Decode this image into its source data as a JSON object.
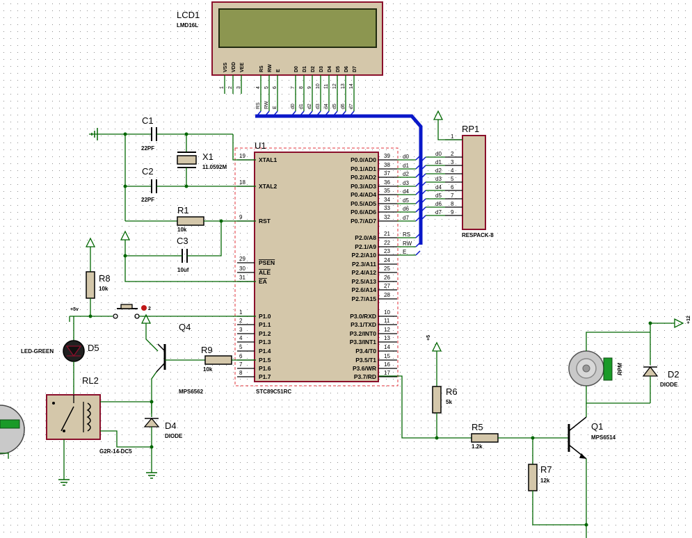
{
  "lcd": {
    "ref": "LCD1",
    "model": "LMD16L",
    "pin_labels": [
      "VSS",
      "VDD",
      "VEE",
      "RS",
      "RW",
      "E",
      "D0",
      "D1",
      "D2",
      "D3",
      "D4",
      "D5",
      "D6",
      "D7"
    ],
    "pin_numbers": [
      "1",
      "2",
      "3",
      "4",
      "5",
      "6",
      "7",
      "8",
      "9",
      "10",
      "11",
      "12",
      "13",
      "14"
    ],
    "net_labels": [
      "RS",
      "RW",
      "E",
      "d0",
      "d1",
      "d2",
      "d3",
      "d4",
      "d5",
      "d6",
      "d7"
    ]
  },
  "mcu": {
    "ref": "U1",
    "model": "STC89C51RC",
    "left_pins": [
      {
        "num": "19",
        "name": "XTAL1"
      },
      {
        "num": "18",
        "name": "XTAL2"
      },
      {
        "num": "9",
        "name": "RST"
      },
      {
        "num": "29",
        "name": "PSEN"
      },
      {
        "num": "30",
        "name": "ALE"
      },
      {
        "num": "31",
        "name": "EA"
      },
      {
        "num": "1",
        "name": "P1.0"
      },
      {
        "num": "2",
        "name": "P1.1"
      },
      {
        "num": "3",
        "name": "P1.2"
      },
      {
        "num": "4",
        "name": "P1.3"
      },
      {
        "num": "5",
        "name": "P1.4"
      },
      {
        "num": "6",
        "name": "P1.5"
      },
      {
        "num": "7",
        "name": "P1.6"
      },
      {
        "num": "8",
        "name": "P1.7"
      }
    ],
    "right_pins": [
      {
        "num": "39",
        "name": "P0.0/AD0",
        "net": "d0"
      },
      {
        "num": "38",
        "name": "P0.1/AD1",
        "net": "d1"
      },
      {
        "num": "37",
        "name": "P0.2/AD2",
        "net": "d2"
      },
      {
        "num": "36",
        "name": "P0.3/AD3",
        "net": "d3"
      },
      {
        "num": "35",
        "name": "P0.4/AD4",
        "net": "d4"
      },
      {
        "num": "34",
        "name": "P0.5/AD5",
        "net": "d5"
      },
      {
        "num": "33",
        "name": "P0.6/AD6",
        "net": "d6"
      },
      {
        "num": "32",
        "name": "P0.7/AD7",
        "net": "d7"
      },
      {
        "num": "21",
        "name": "P2.0/A8",
        "net": "RS"
      },
      {
        "num": "22",
        "name": "P2.1/A9",
        "net": "RW"
      },
      {
        "num": "23",
        "name": "P2.2/A10",
        "net": "E"
      },
      {
        "num": "24",
        "name": "P2.3/A11",
        "net": ""
      },
      {
        "num": "25",
        "name": "P2.4/A12",
        "net": ""
      },
      {
        "num": "26",
        "name": "P2.5/A13",
        "net": ""
      },
      {
        "num": "27",
        "name": "P2.6/A14",
        "net": ""
      },
      {
        "num": "28",
        "name": "P2.7/A15",
        "net": ""
      },
      {
        "num": "10",
        "name": "P3.0/RXD",
        "net": ""
      },
      {
        "num": "11",
        "name": "P3.1/TXD",
        "net": ""
      },
      {
        "num": "12",
        "name": "P3.2/INT0",
        "net": ""
      },
      {
        "num": "13",
        "name": "P3.3/INT1",
        "net": ""
      },
      {
        "num": "14",
        "name": "P3.4/T0",
        "net": ""
      },
      {
        "num": "15",
        "name": "P3.5/T1",
        "net": ""
      },
      {
        "num": "16",
        "name": "P3.6/WR",
        "net": ""
      },
      {
        "num": "17",
        "name": "P3.7/RD",
        "net": ""
      }
    ]
  },
  "rp1": {
    "ref": "RP1",
    "model": "RESPACK-8",
    "pins": [
      "1",
      "2",
      "3",
      "4",
      "5",
      "6",
      "7",
      "8",
      "9"
    ],
    "nets": [
      "d0",
      "d1",
      "d2",
      "d3",
      "d4",
      "d5",
      "d6",
      "d7"
    ]
  },
  "components": {
    "c1": {
      "ref": "C1",
      "value": "22PF"
    },
    "c2": {
      "ref": "C2",
      "value": "22PF"
    },
    "c3": {
      "ref": "C3",
      "value": "10uf"
    },
    "x1": {
      "ref": "X1",
      "value": "11.0592M"
    },
    "r1": {
      "ref": "R1",
      "value": "10k"
    },
    "r8": {
      "ref": "R8",
      "value": "10k"
    },
    "r9": {
      "ref": "R9",
      "value": "10k"
    },
    "r5": {
      "ref": "R5",
      "value": "1.2k"
    },
    "r6": {
      "ref": "R6",
      "value": "5k"
    },
    "r7": {
      "ref": "R7",
      "value": "12k"
    },
    "q4": {
      "ref": "Q4",
      "value": "MPS6562"
    },
    "q1": {
      "ref": "Q1",
      "value": "MPS6514"
    },
    "d5": {
      "ref": "D5",
      "value": "LED-GREEN"
    },
    "d4": {
      "ref": "D4",
      "value": "DIODE"
    },
    "d2": {
      "ref": "D2",
      "value": "DIODE"
    },
    "rl2": {
      "ref": "RL2",
      "value": "G2R-14-DC5"
    },
    "motor": {
      "display": "RPM"
    },
    "supply_5v": "+5v",
    "supply_5": "+5",
    "supply_12": "+12",
    "switch_pin": "2"
  },
  "colors": {
    "wire": "#006600",
    "body": "#8a0f2b",
    "fill": "#d4c7aa",
    "bus": "#0a18c9",
    "lcd_screen": "#8c9650",
    "meter_green": "#1a9a28"
  }
}
